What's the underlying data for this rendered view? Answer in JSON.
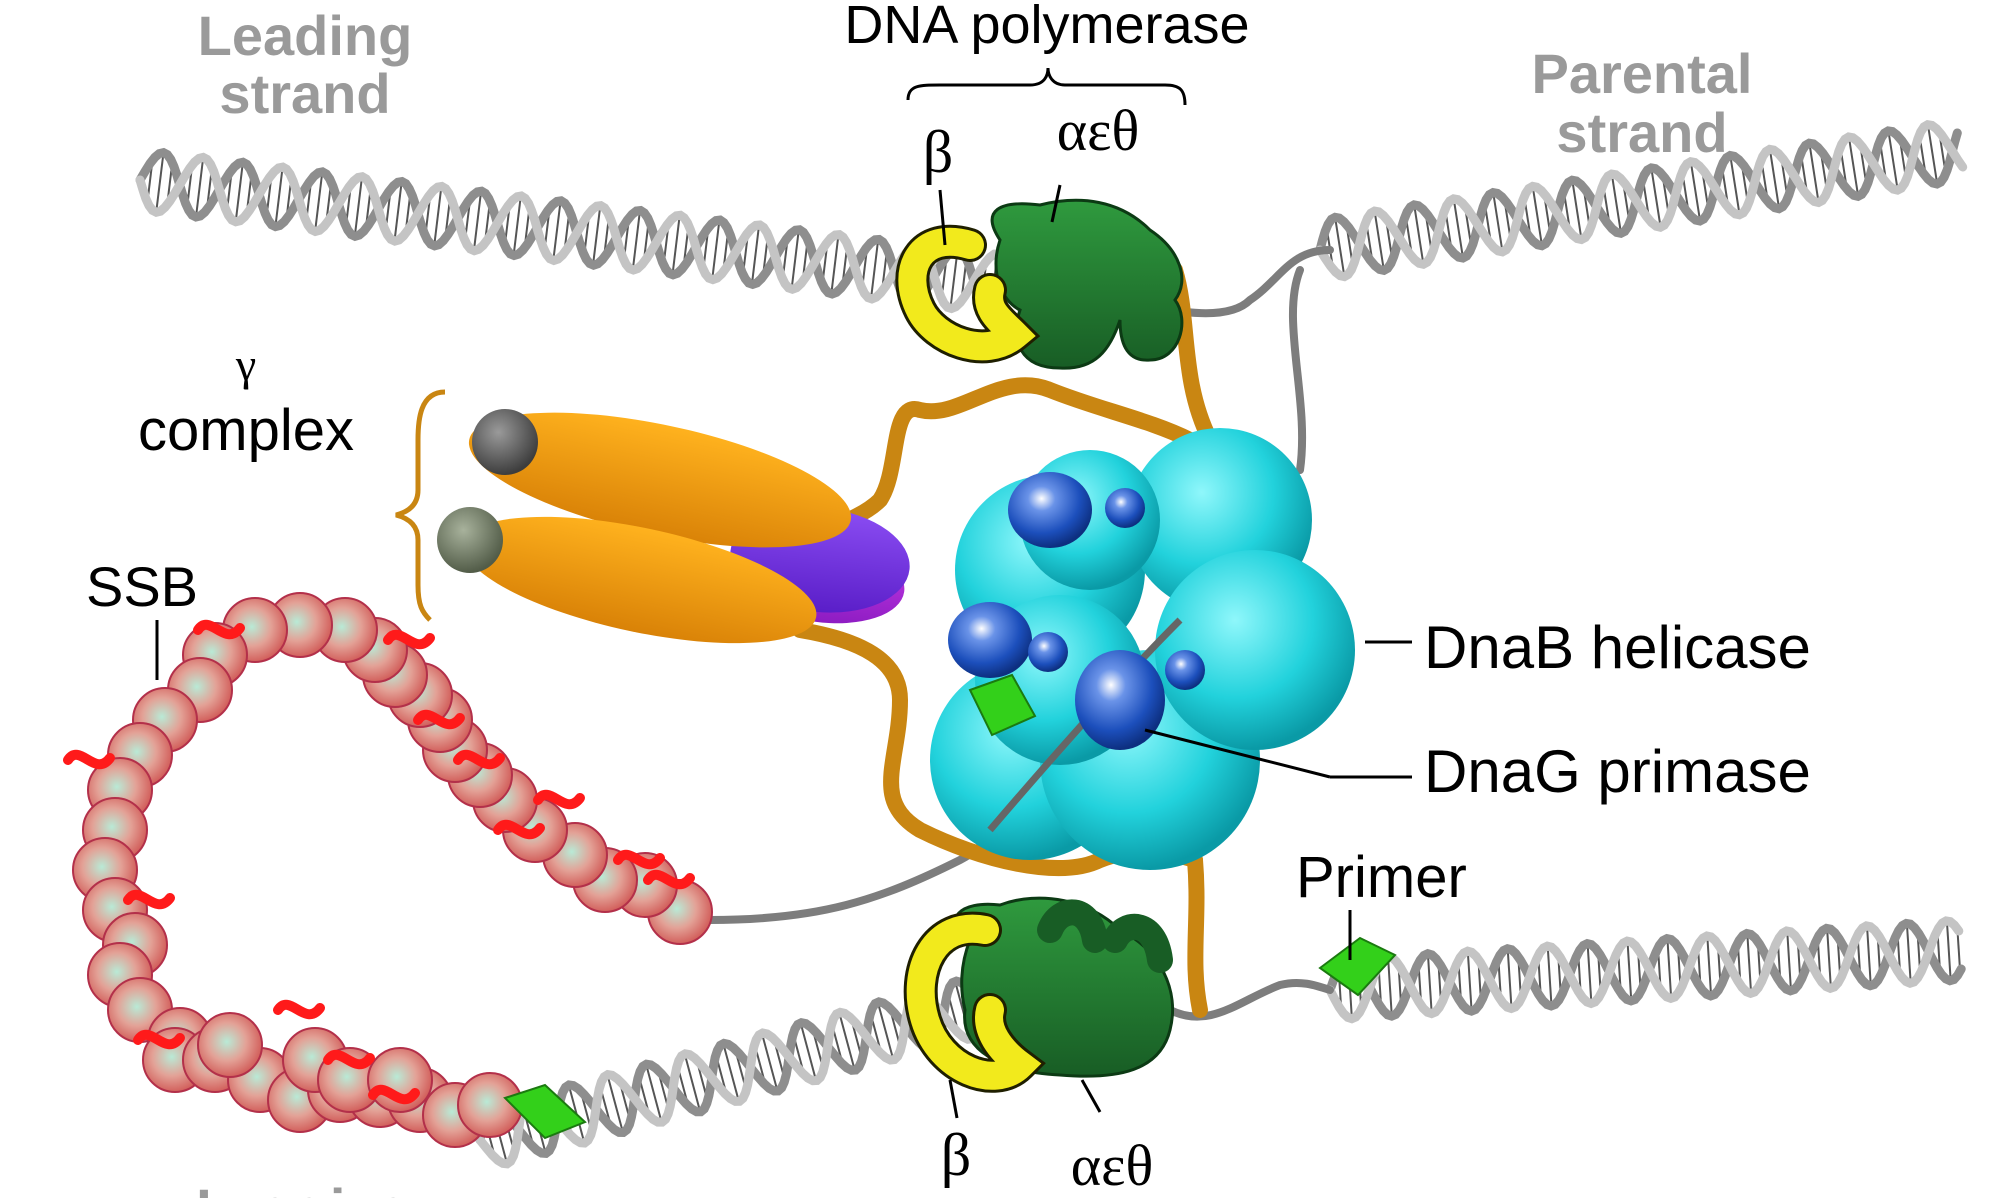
{
  "labels": {
    "leading_strand_line1": "Leading",
    "leading_strand_line2": "strand",
    "dna_polymerase": "DNA polymerase",
    "parental_strand_line1": "Parental",
    "parental_strand_line2": "strand",
    "beta_top": "β",
    "aet_top": "αεθ",
    "gamma": "γ",
    "complex": "complex",
    "ssb": "SSB",
    "dnab_helicase": "DnaB helicase",
    "dnag_primase": "DnaG primase",
    "primer": "Primer",
    "beta_bottom": "β",
    "aet_bottom": "αεθ",
    "lagging_strand": "Lagging"
  },
  "colors": {
    "label_gray": "#9a9a9a",
    "dna": "#a9a9a9",
    "beta_clamp": "#f2ea1c",
    "pol_core": "#2e8b3a",
    "tau_linker": "#c98612",
    "gamma_orange": "#f0960e",
    "gamma_purple": "#7a3be0",
    "helicase": "#25d2dc",
    "primase": "#1f55c0",
    "ssb": "#e88a86",
    "primer": "#33d01a"
  }
}
